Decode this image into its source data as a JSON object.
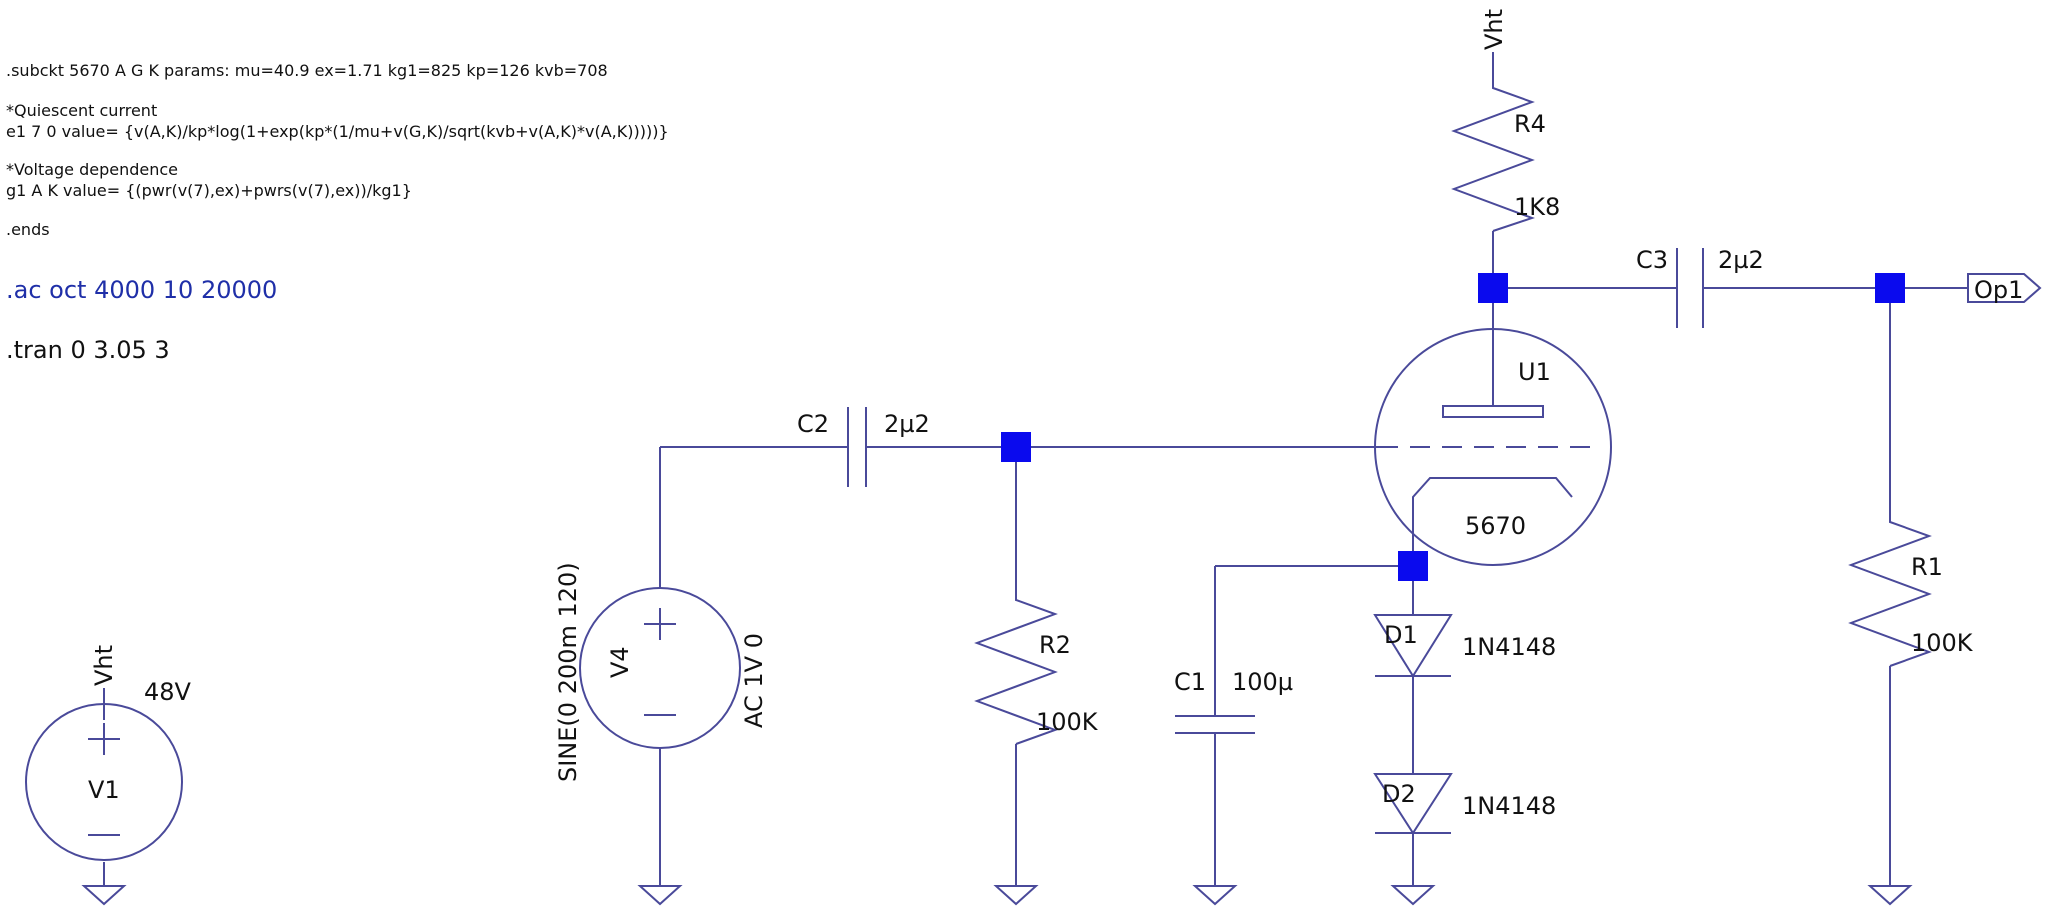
{
  "colors": {
    "wire": "#4a4a9a",
    "junction": "#0a0aee",
    "text": "#111111",
    "directive": "#1f2fa8",
    "background": "#ffffff"
  },
  "spice": {
    "subckt": ".subckt 5670 A G K  params: mu=40.9 ex=1.71 kg1=825 kp=126 kvb=708",
    "comment1": "*Quiescent current",
    "e1": "e1 7 0 value= {v(A,K)/kp*log(1+exp(kp*(1/mu+v(G,K)/sqrt(kvb+v(A,K)*v(A,K)))))}",
    "comment2": "*Voltage dependence",
    "g1": "g1 A K value= {(pwr(v(7),ex)+pwrs(v(7),ex))/kg1}",
    "ends": ".ends",
    "ac": ".ac oct 4000 10 20000",
    "tran": ".tran 0 3.05 3"
  },
  "components": {
    "R4": {
      "name": "R4",
      "value": "1K8"
    },
    "C3": {
      "name": "C3",
      "value": "2µ2"
    },
    "U1": {
      "name": "U1",
      "value": "5670"
    },
    "C2": {
      "name": "C2",
      "value": "2µ2"
    },
    "R2": {
      "name": "R2",
      "value": "100K"
    },
    "R1": {
      "name": "R1",
      "value": "100K"
    },
    "C1": {
      "name": "C1",
      "value": "100µ"
    },
    "D1": {
      "name": "D1",
      "value": "1N4148"
    },
    "D2": {
      "name": "D2",
      "value": "1N4148"
    },
    "V4": {
      "name": "V4",
      "sine": "SINE(0 200m 120)",
      "ac": "AC 1V 0"
    },
    "V1": {
      "name": "V1",
      "value": "48V"
    }
  },
  "nets": {
    "vht_top": "Vht",
    "vht_v1": "Vht",
    "out": "Op1"
  }
}
